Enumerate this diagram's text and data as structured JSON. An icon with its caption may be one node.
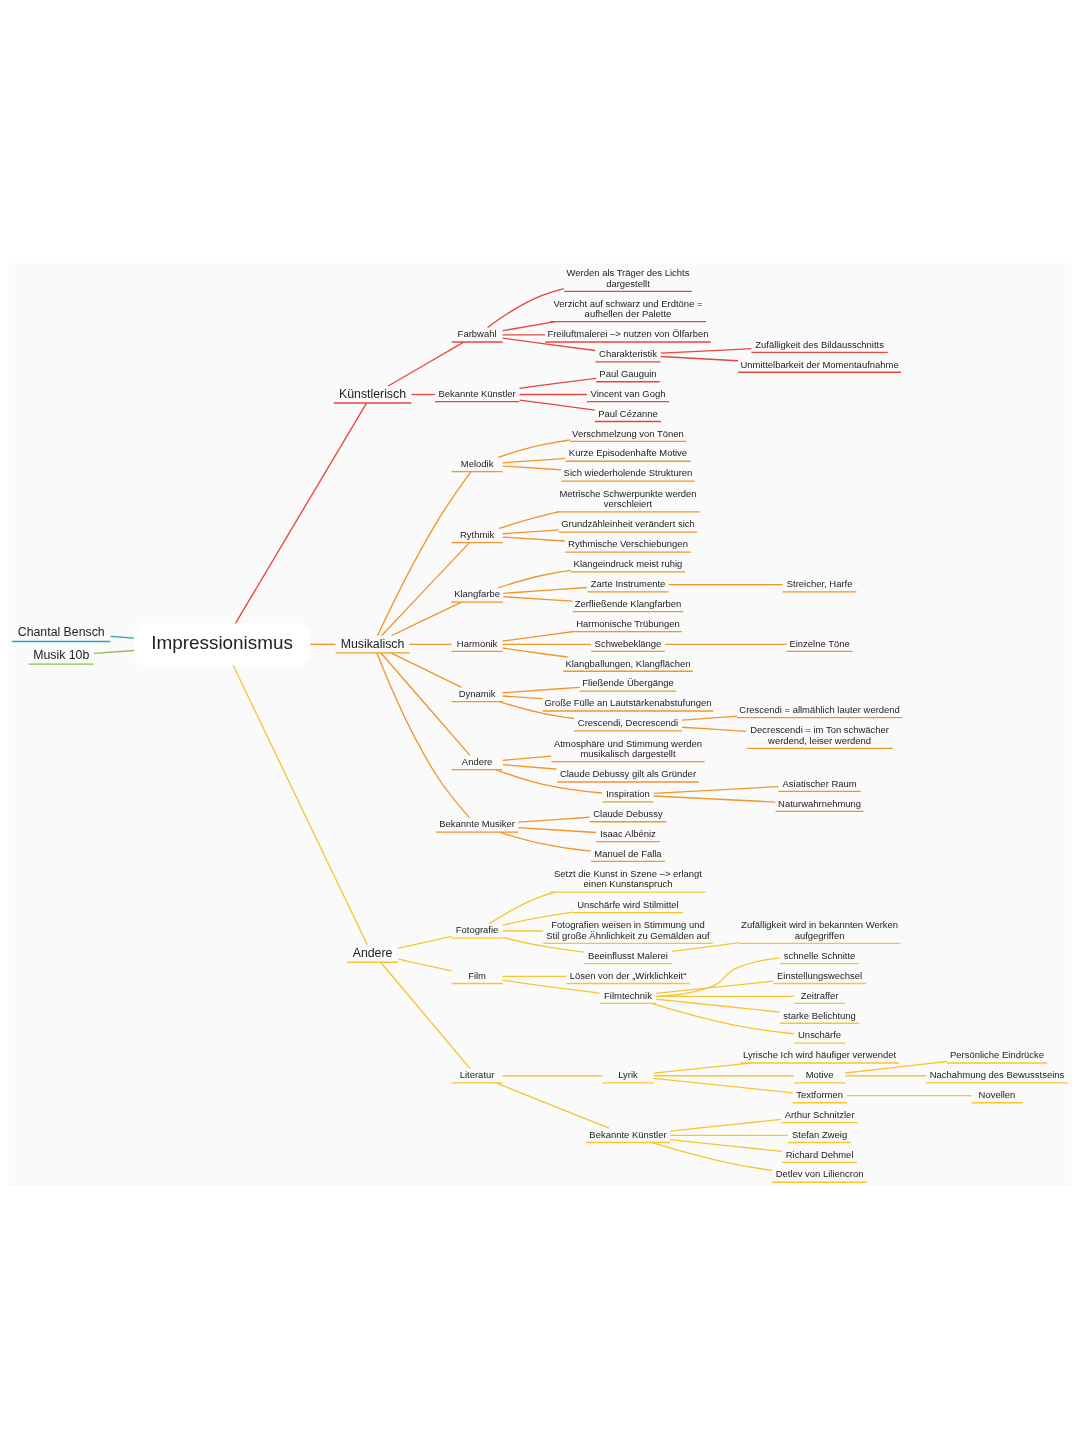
{
  "diagram": {
    "nodes": [
      {
        "text": [
          "Impressionismus"
        ]
      },
      {
        "text": [
          "Chantal Bensch"
        ]
      },
      {
        "text": [
          "Musik 10b"
        ]
      },
      {
        "text": [
          "Künstlerisch"
        ]
      },
      {
        "text": [
          "Farbwahl"
        ]
      },
      {
        "text": [
          "Werden als Träger des Lichts dargestellt"
        ]
      },
      {
        "text": [
          "Verzicht auf schwarz und Erdtöne = aufhellen der Palette"
        ]
      },
      {
        "text": [
          "Freiluftmalerei –> nutzen von Ölfarben"
        ]
      },
      {
        "text": [
          "Charakteristik"
        ]
      },
      {
        "text": [
          "Zufälligkeit des Bildausschnitts"
        ]
      },
      {
        "text": [
          "Unmittelbarkeit der Momentaufnahme"
        ]
      },
      {
        "text": [
          "Bekannte Künstler"
        ]
      },
      {
        "text": [
          "Paul Gauguin"
        ]
      },
      {
        "text": [
          "Vincent van Gogh"
        ]
      },
      {
        "text": [
          "Paul Cézanne"
        ]
      },
      {
        "text": [
          "Musikalisch"
        ]
      },
      {
        "text": [
          "Melodik"
        ]
      },
      {
        "text": [
          "Verschmelzung von Tönen"
        ]
      },
      {
        "text": [
          "Kurze Episodenhafte Motive"
        ]
      },
      {
        "text": [
          "Sich wiederholende Strukturen"
        ]
      },
      {
        "text": [
          "Rythmik"
        ]
      },
      {
        "text": [
          "Metrische Schwerpunkte werden verschleiert"
        ]
      },
      {
        "text": [
          "Grundzähleinheit verändert sich"
        ]
      },
      {
        "text": [
          "Rythmische Verschiebungen"
        ]
      },
      {
        "text": [
          "Klangfarbe"
        ]
      },
      {
        "text": [
          "Klangeindruck meist ruhig"
        ]
      },
      {
        "text": [
          "Zarte Instrumente"
        ]
      },
      {
        "text": [
          "Streicher, Harfe"
        ]
      },
      {
        "text": [
          "Zerfließende Klangfarben"
        ]
      },
      {
        "text": [
          "Harmonik"
        ]
      },
      {
        "text": [
          "Harmonische Trübungen"
        ]
      },
      {
        "text": [
          "Schwebeklänge"
        ]
      },
      {
        "text": [
          "Einzelne Töne"
        ]
      },
      {
        "text": [
          "Klangballungen, Klangflächen"
        ]
      },
      {
        "text": [
          "Dynamik"
        ]
      },
      {
        "text": [
          "Fließende Übergänge"
        ]
      },
      {
        "text": [
          "Große Fülle an Lautstärkenabstufungen"
        ]
      },
      {
        "text": [
          "Crescendi, Decrescendi"
        ]
      },
      {
        "text": [
          "Crescendi = allmählich lauter werdend"
        ]
      },
      {
        "text": [
          "Decrescendi = im Ton schwächer werdend, leiser werdend"
        ]
      },
      {
        "text": [
          "Andere"
        ]
      },
      {
        "text": [
          "Atmosphäre und Stimmung werden musikalisch dargestellt"
        ]
      },
      {
        "text": [
          "Claude Debussy gilt als Gründer"
        ]
      },
      {
        "text": [
          "Inspiration"
        ]
      },
      {
        "text": [
          "Asiatischer Raum"
        ]
      },
      {
        "text": [
          "Naturwahrnehmung"
        ]
      },
      {
        "text": [
          "Bekannte Musiker"
        ]
      },
      {
        "text": [
          "Claude Debussy"
        ]
      },
      {
        "text": [
          "Isaac Albéniz"
        ]
      },
      {
        "text": [
          "Manuel de Falla"
        ]
      },
      {
        "text": [
          "Andere"
        ]
      },
      {
        "text": [
          "Fotografie"
        ]
      },
      {
        "text": [
          "Setzt die Kunst in Szene –> erlangt einen Kunstanspruch"
        ]
      },
      {
        "text": [
          "Unschärfe wird Stilmittel"
        ]
      },
      {
        "text": [
          "Fotografien weisen in Stimmung und Stil große Ähnlichkeit zu Gemälden auf"
        ]
      },
      {
        "text": [
          "Beeinflusst Malerei"
        ]
      },
      {
        "text": [
          "Zufälligkeit wird in bekannten Werken aufgegriffen"
        ]
      },
      {
        "text": [
          "Film"
        ]
      },
      {
        "text": [
          "Lösen von der „Wirklichkeit“"
        ]
      },
      {
        "text": [
          "Filmtechnik"
        ]
      },
      {
        "text": [
          "schnelle Schnitte"
        ]
      },
      {
        "text": [
          "Einstellungswechsel"
        ]
      },
      {
        "text": [
          "Zeitraffer"
        ]
      },
      {
        "text": [
          "starke Belichtung"
        ]
      },
      {
        "text": [
          "Unschärfe"
        ]
      },
      {
        "text": [
          "Literatur"
        ]
      },
      {
        "text": [
          "Lyrik"
        ]
      },
      {
        "text": [
          "Lyrische Ich wird häufiger verwendet"
        ]
      },
      {
        "text": [
          "Motive"
        ]
      },
      {
        "text": [
          "Persönliche Eindrücke"
        ]
      },
      {
        "text": [
          "Nachahmung des Bewusstseins"
        ]
      },
      {
        "text": [
          "Textformen"
        ]
      },
      {
        "text": [
          "Novellen"
        ]
      },
      {
        "text": [
          "Bekannte Künstler"
        ]
      },
      {
        "text": [
          "Arthur Schnitzler"
        ]
      },
      {
        "text": [
          "Stefan Zweig"
        ]
      },
      {
        "text": [
          "Richard Dehmel"
        ]
      },
      {
        "text": [
          "Detlev von Liliencron"
        ]
      }
    ],
    "edges": [
      {
        "from": 1,
        "to": 0,
        "arrow": "none",
        "color": "#1fa6c4"
      },
      {
        "from": 2,
        "to": 0,
        "arrow": "none",
        "color": "#8dc14a"
      },
      {
        "from": 0,
        "to": 3,
        "arrow": "none",
        "color": "#e8453c"
      },
      {
        "from": 3,
        "to": 4,
        "arrow": "none",
        "color": "#e8453c"
      },
      {
        "from": 4,
        "to": 5,
        "arrow": "none",
        "color": "#e8453c"
      },
      {
        "from": 4,
        "to": 6,
        "arrow": "none",
        "color": "#e8453c"
      },
      {
        "from": 4,
        "to": 7,
        "arrow": "none",
        "color": "#e8453c"
      },
      {
        "from": 4,
        "to": 8,
        "arrow": "none",
        "color": "#e8453c"
      },
      {
        "from": 8,
        "to": 9,
        "arrow": "none",
        "color": "#e8453c"
      },
      {
        "from": 8,
        "to": 10,
        "arrow": "none",
        "color": "#e8453c"
      },
      {
        "from": 3,
        "to": 11,
        "arrow": "none",
        "color": "#e8453c"
      },
      {
        "from": 11,
        "to": 12,
        "arrow": "none",
        "color": "#e8453c"
      },
      {
        "from": 11,
        "to": 13,
        "arrow": "none",
        "color": "#e8453c"
      },
      {
        "from": 11,
        "to": 14,
        "arrow": "none",
        "color": "#e8453c"
      },
      {
        "from": 0,
        "to": 15,
        "arrow": "none"
      },
      {
        "from": 15,
        "to": 16,
        "arrow": "none"
      },
      {
        "from": 16,
        "to": 17,
        "arrow": "none"
      },
      {
        "from": 16,
        "to": 18,
        "arrow": "none"
      },
      {
        "from": 16,
        "to": 19,
        "arrow": "none"
      },
      {
        "from": 15,
        "to": 20,
        "arrow": "none"
      },
      {
        "from": 20,
        "to": 21,
        "arrow": "none"
      },
      {
        "from": 20,
        "to": 22,
        "arrow": "none"
      },
      {
        "from": 20,
        "to": 23,
        "arrow": "none"
      },
      {
        "from": 15,
        "to": 24,
        "arrow": "none"
      },
      {
        "from": 24,
        "to": 25,
        "arrow": "none"
      },
      {
        "from": 24,
        "to": 26,
        "arrow": "none"
      },
      {
        "from": 26,
        "to": 27,
        "arrow": "none"
      },
      {
        "from": 24,
        "to": 28,
        "arrow": "none"
      },
      {
        "from": 15,
        "to": 29,
        "arrow": "none"
      },
      {
        "from": 29,
        "to": 30,
        "arrow": "none"
      },
      {
        "from": 29,
        "to": 31,
        "arrow": "none"
      },
      {
        "from": 31,
        "to": 32,
        "arrow": "none"
      },
      {
        "from": 29,
        "to": 33,
        "arrow": "none"
      },
      {
        "from": 15,
        "to": 34,
        "arrow": "none"
      },
      {
        "from": 34,
        "to": 35,
        "arrow": "none"
      },
      {
        "from": 34,
        "to": 36,
        "arrow": "none"
      },
      {
        "from": 34,
        "to": 37,
        "arrow": "none"
      },
      {
        "from": 37,
        "to": 38,
        "arrow": "none"
      },
      {
        "from": 37,
        "to": 39,
        "arrow": "none"
      },
      {
        "from": 15,
        "to": 40,
        "arrow": "none"
      },
      {
        "from": 40,
        "to": 41,
        "arrow": "none"
      },
      {
        "from": 40,
        "to": 42,
        "arrow": "none"
      },
      {
        "from": 40,
        "to": 43,
        "arrow": "none"
      },
      {
        "from": 43,
        "to": 44,
        "arrow": "none"
      },
      {
        "from": 43,
        "to": 45,
        "arrow": "none"
      },
      {
        "from": 15,
        "to": 46,
        "arrow": "none"
      },
      {
        "from": 46,
        "to": 47,
        "arrow": "none"
      },
      {
        "from": 46,
        "to": 48,
        "arrow": "none"
      },
      {
        "from": 46,
        "to": 49,
        "arrow": "none"
      },
      {
        "from": 0,
        "to": 50,
        "arrow": "none",
        "color": "#f7c531"
      },
      {
        "from": 50,
        "to": 51,
        "arrow": "none",
        "color": "#f7c531"
      },
      {
        "from": 51,
        "to": 52,
        "arrow": "none",
        "color": "#f7c531"
      },
      {
        "from": 51,
        "to": 53,
        "arrow": "none",
        "color": "#f7c531"
      },
      {
        "from": 51,
        "to": 54,
        "arrow": "none",
        "color": "#f7c531"
      },
      {
        "from": 51,
        "to": 55,
        "arrow": "none",
        "color": "#f7c531"
      },
      {
        "from": 55,
        "to": 56,
        "arrow": "none",
        "color": "#f7c531"
      },
      {
        "from": 50,
        "to": 57,
        "arrow": "none",
        "color": "#f7c531"
      },
      {
        "from": 57,
        "to": 58,
        "arrow": "none",
        "color": "#f7c531"
      },
      {
        "from": 57,
        "to": 59,
        "arrow": "none",
        "color": "#f7c531"
      },
      {
        "from": 59,
        "to": 60,
        "arrow": "none",
        "color": "#f7c531"
      },
      {
        "from": 59,
        "to": 61,
        "arrow": "none",
        "color": "#f7c531"
      },
      {
        "from": 59,
        "to": 62,
        "arrow": "none",
        "color": "#f7c531"
      },
      {
        "from": 59,
        "to": 63,
        "arrow": "none",
        "color": "#f7c531"
      },
      {
        "from": 59,
        "to": 64,
        "arrow": "none",
        "color": "#f7c531"
      },
      {
        "from": 50,
        "to": 65,
        "arrow": "none",
        "color": "#f7c531"
      },
      {
        "from": 65,
        "to": 66,
        "arrow": "none",
        "color": "#f7c531"
      },
      {
        "from": 66,
        "to": 67,
        "arrow": "none",
        "color": "#f7c531"
      },
      {
        "from": 66,
        "to": 68,
        "arrow": "none",
        "color": "#f7c531"
      },
      {
        "from": 68,
        "to": 69,
        "arrow": "none",
        "color": "#f7c531"
      },
      {
        "from": 68,
        "to": 70,
        "arrow": "none",
        "color": "#f7c531"
      },
      {
        "from": 66,
        "to": 71,
        "arrow": "none",
        "color": "#f7c531"
      },
      {
        "from": 71,
        "to": 72,
        "arrow": "none",
        "color": "#f7c531"
      },
      {
        "from": 65,
        "to": 73,
        "arrow": "none",
        "color": "#f7c531"
      },
      {
        "from": 73,
        "to": 74,
        "arrow": "none",
        "color": "#f7c531"
      },
      {
        "from": 73,
        "to": 75,
        "arrow": "none",
        "color": "#f7c531"
      },
      {
        "from": 73,
        "to": 76,
        "arrow": "none",
        "color": "#f7c531"
      },
      {
        "from": 73,
        "to": 77,
        "arrow": "none",
        "color": "#f7c531"
      }
    ]
  }
}
